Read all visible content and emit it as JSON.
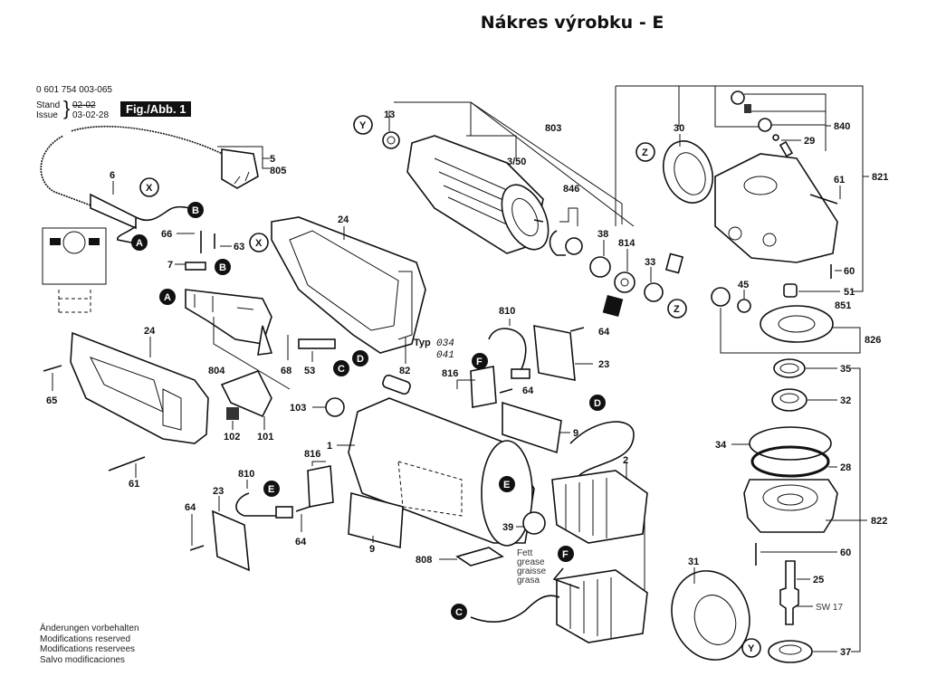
{
  "title": "Nákres výrobku - E",
  "header": {
    "part_number": "0 601 754 003-065",
    "stand_label": "Stand",
    "issue_label": "Issue",
    "stand_value_struck": "02-02",
    "issue_value": "03-02-28",
    "figure_label": "Fig./Abb. 1"
  },
  "notes": [
    "Änderungen vorbehalten",
    "Modifications reserved",
    "Modifications reservees",
    "Salvo modificaciones"
  ],
  "grease_note": [
    "Fett",
    "grease",
    "graisse",
    "grasa"
  ],
  "typ_note": {
    "label": "Typ",
    "values": [
      "034",
      "041"
    ]
  },
  "connection_markers": {
    "filled": [
      "A",
      "B",
      "C",
      "D",
      "E",
      "F"
    ],
    "outlined": [
      "X",
      "Y",
      "Z"
    ]
  },
  "part_labels": {
    "p5": "5",
    "p805": "805",
    "p6": "6",
    "p66": "66",
    "p63": "63",
    "p7": "7",
    "p24a": "24",
    "p24b": "24",
    "p804": "804",
    "p68": "68",
    "p53": "53",
    "p82": "82",
    "p65": "65",
    "p102": "102",
    "p101": "101",
    "p61a": "61",
    "p103": "103",
    "p1": "1",
    "p816a": "816",
    "p816b": "816",
    "p810a": "810",
    "p810b": "810",
    "p23a": "23",
    "p23b": "23",
    "p64a": "64",
    "p64b": "64",
    "p64c": "64",
    "p64d": "64",
    "p9a": "9",
    "p9b": "9",
    "p808": "808",
    "p39": "39",
    "p2": "2",
    "p13": "13",
    "p803": "803",
    "p350": "3/50",
    "p846": "846",
    "p38": "38",
    "p814": "814",
    "p33": "33",
    "p30": "30",
    "p840": "840",
    "p29": "29",
    "p821": "821",
    "p61b": "61",
    "p60a": "60",
    "p51": "51",
    "p851": "851",
    "p45": "45",
    "p826": "826",
    "p35": "35",
    "p32": "32",
    "p34": "34",
    "p28": "28",
    "p822": "822",
    "p60b": "60",
    "p25": "25",
    "sw17": "SW 17",
    "p37": "37",
    "p31": "31"
  }
}
